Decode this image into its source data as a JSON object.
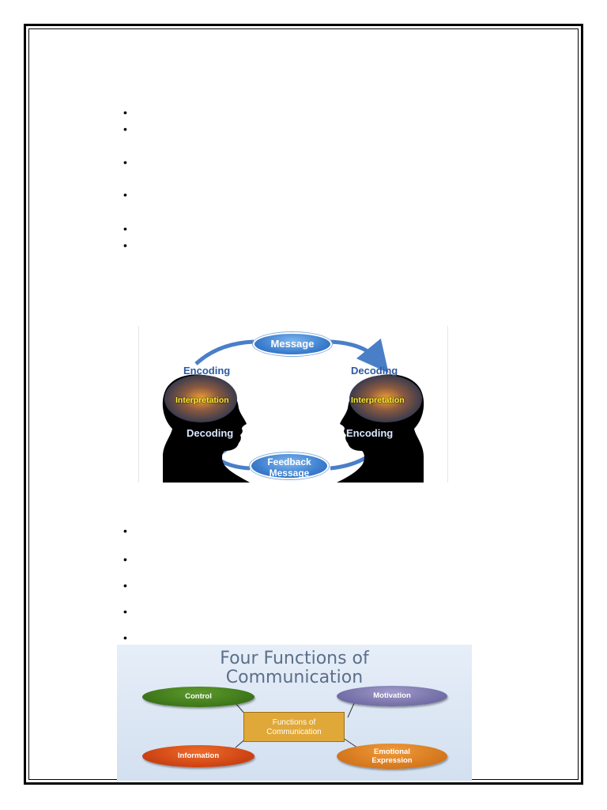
{
  "figure1": {
    "message": "Message",
    "feedback_line1": "Feedback",
    "feedback_line2": "Message",
    "left_top": "Encoding",
    "left_bottom": "Decoding",
    "right_top": "Decoding",
    "right_bottom": "Encoding",
    "left_brain": "Interpretation",
    "right_brain": "Interpretation",
    "colors": {
      "arrow": "#4a7fc8",
      "silhouette": "#000000",
      "label": "#2d5aa0"
    }
  },
  "figure2": {
    "title_line1": "Four Functions of",
    "title_line2": "Communication",
    "center_line1": "Functions of",
    "center_line2": "Communication",
    "control": "Control",
    "motivation": "Motivation",
    "information": "Information",
    "emotional_line1": "Emotional",
    "emotional_line2": "Expression"
  }
}
